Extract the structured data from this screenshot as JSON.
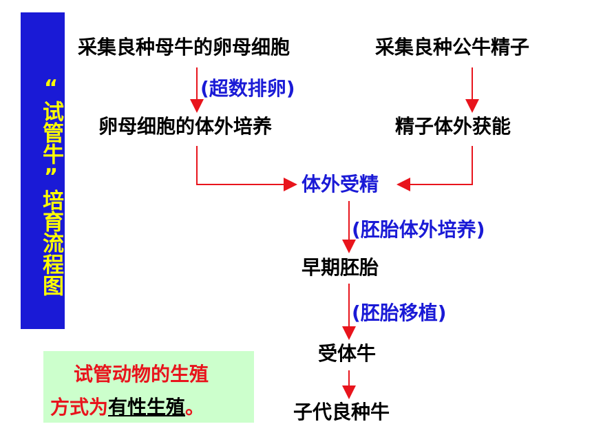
{
  "title_bar": {
    "text": "“试管牛”培育流程图"
  },
  "nodes": {
    "cow_oocyte": "采集良种母牛的卵母细胞",
    "bull_sperm": "采集良种公牛精子",
    "oocyte_culture": "卵母细胞的体外培养",
    "sperm_capacitation": "精子体外获能",
    "fertilization": "体外受精",
    "early_embryo": "早期胚胎",
    "recipient": "受体牛",
    "offspring": "子代良种牛"
  },
  "steps": {
    "superovulation": "(超数排卵)",
    "embryo_culture": "(胚胎体外培养)",
    "embryo_transfer": "(胚胎移植)"
  },
  "note": {
    "line1": "试管动物的生殖",
    "line2_prefix": "方式为",
    "line2_answer": "有性生殖",
    "line2_suffix": "。"
  },
  "colors": {
    "title_bg": "#1a1ad6",
    "title_text": "#ffff00",
    "arrow": "#e8141c",
    "note_bg": "#ccffcc"
  }
}
